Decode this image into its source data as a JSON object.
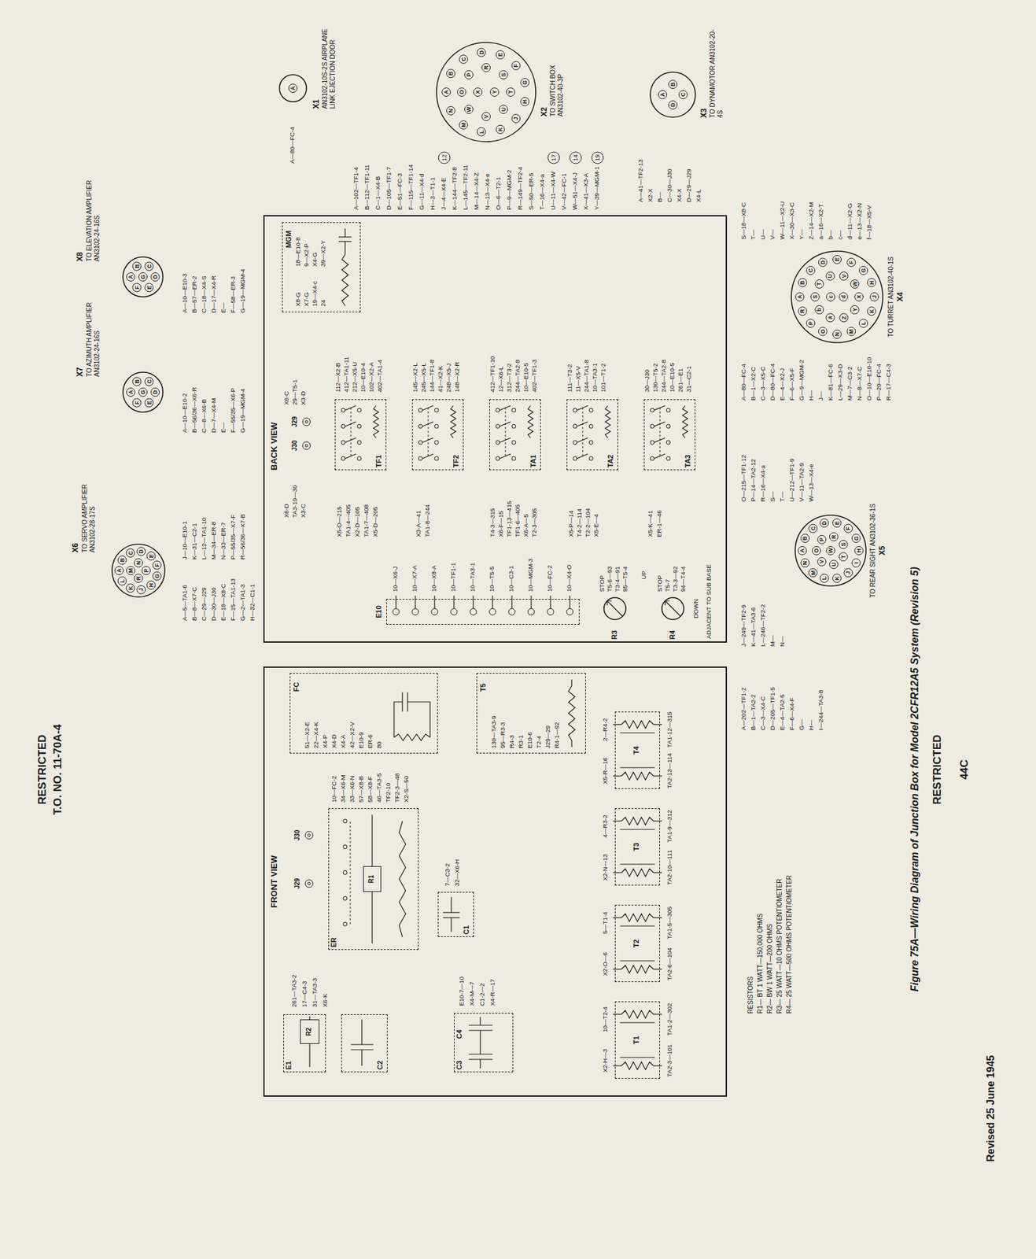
{
  "diagram": {
    "caption": "Figure 75A—Wiring Diagram of Junction Box for Model 2CFR12A5 System (Revision 5)",
    "nodes": [
      {
        "text": [
          "FRONT VIEW"
        ]
      },
      {
        "text": [
          "BACK VIEW"
        ]
      },
      {
        "text": [
          "E1"
        ],
        "in": 0
      },
      {
        "text": [
          "R2"
        ],
        "in": 2
      },
      {
        "text": [
          "C2"
        ],
        "in": 0
      },
      {
        "text": [
          "C1"
        ],
        "in": 0
      },
      {
        "text": [
          "C3",
          "C4"
        ],
        "in": 0
      },
      {
        "text": [
          "ER"
        ],
        "in": 0
      },
      {
        "text": [
          "R1"
        ],
        "in": 7
      },
      {
        "text": [
          "FC"
        ],
        "in": 0
      },
      {
        "text": [
          "T1"
        ],
        "in": 0
      },
      {
        "text": [
          "T2"
        ],
        "in": 0
      },
      {
        "text": [
          "T3"
        ],
        "in": 0
      },
      {
        "text": [
          "T4"
        ],
        "in": 0
      },
      {
        "text": [
          "T5"
        ],
        "in": 0
      },
      {
        "text": [
          "TF1"
        ],
        "in": 1
      },
      {
        "text": [
          "TF2"
        ],
        "in": 1
      },
      {
        "text": [
          "TA1"
        ],
        "in": 1
      },
      {
        "text": [
          "TA2"
        ],
        "in": 1
      },
      {
        "text": [
          "TA3"
        ],
        "in": 1
      },
      {
        "text": [
          "MGM"
        ],
        "in": 1
      },
      {
        "text": [
          "E10"
        ],
        "in": 1
      },
      {
        "text": [
          "R3"
        ],
        "in": 1
      },
      {
        "text": [
          "R4"
        ],
        "in": 1
      },
      {
        "text": [
          "X6",
          "TO SERVO AMPLIFIER AN3102-28-17S"
        ]
      },
      {
        "text": [
          "X7",
          "TO AZIMUTH AMPLIFIER AN3102-24-16S"
        ]
      },
      {
        "text": [
          "X8",
          "TO ELEVATION AMPLIFIER AN3102-24-16S"
        ]
      },
      {
        "text": [
          "X1",
          "AN3102-10S-2S AIRPLANE LINK EJECTION DOOR"
        ]
      },
      {
        "text": [
          "X2",
          "TO SWITCH BOX AN3102-40-3P"
        ]
      },
      {
        "text": [
          "X3",
          "TO DYNAMOTOR AN3102-20-4S"
        ]
      },
      {
        "text": [
          "TO TURRET AN3102-40-1S",
          "X4"
        ]
      },
      {
        "text": [
          "TO REAR SIGHT AN3102-36-1S",
          "X5"
        ]
      }
    ],
    "labels": [
      "RESTRICTED",
      "T.O. NO. 11-70A-4",
      "RESTRICTED",
      "44C",
      "Revised 25 June 1945",
      "A",
      "B",
      "C",
      "D",
      "E",
      "F",
      "G",
      "H",
      "J",
      "K",
      "L",
      "M",
      "N",
      "P",
      "R",
      "A—5—TA1-6",
      "B—8—X7-C",
      "C—29—J29",
      "D—30—J30",
      "E—18—X8-C",
      "F—15—TA1-13",
      "G—2—TA1-3",
      "H—32—C1-1",
      "J—10—E10-1",
      "K—31—C2-1",
      "L—12—TA1-10",
      "M—34—ER-8",
      "N—33—ER-7",
      "P—55/35—X7-F",
      "R—56/36—X7-B",
      "A",
      "B",
      "C",
      "D",
      "E",
      "F",
      "G",
      "A—10—E10-2",
      "B—56/36—X6-R",
      "C—8—X6-B",
      "D—7—X4-M",
      "E—",
      "F—55/35—X6-P",
      "G—19—MGM-4",
      "A",
      "B",
      "C",
      "D",
      "E",
      "F",
      "G",
      "A—10—E10-3",
      "B—57—ER-2",
      "C—18—X4-S",
      "D—17—X4-R",
      "E—",
      "F—58—ER-3",
      "G—19—MGM-4",
      "A",
      "A—80—FC-4",
      "A",
      "B",
      "C",
      "D",
      "E",
      "F",
      "G",
      "H",
      "J",
      "K",
      "L",
      "M",
      "N",
      "O",
      "P",
      "R",
      "S",
      "T",
      "U",
      "V",
      "W",
      "X",
      "Y",
      "A—102—TF1-4",
      "B—112—TF1-11",
      "C—1—X4-B",
      "D—105—TF1-7",
      "E—51—FC-3",
      "F—115—TF1-14",
      "G—11—X4-d",
      "H—3—T1-1",
      "J—4—X4-E",
      "K—144—TF2-8",
      "L—145—TF2-11",
      "M—14—X4-Z",
      "N—13—X4-e",
      "O—6—T2-1",
      "P—9—MGM-2",
      "R—149—TF2-4",
      "S—50—ER-5",
      "T—16—X4-a",
      "U—11—X4-W",
      "V—42—FC-1",
      "W—51—X4-J",
      "X—41—X3-A",
      "Y—39—MGM-1",
      "12",
      "17",
      "14",
      "19",
      "A",
      "B",
      "C",
      "D",
      "A—41—TF2-13",
      "X2-X",
      "B—",
      "C—30—J30",
      "X4-X",
      "D—29—J29",
      "X4-L",
      "A",
      "B",
      "C",
      "D",
      "E",
      "F",
      "G",
      "H",
      "J",
      "K",
      "L",
      "M",
      "N",
      "O",
      "P",
      "R",
      "S",
      "T",
      "U",
      "V",
      "W",
      "X",
      "Y",
      "Z",
      "a",
      "b",
      "c",
      "d",
      "A—80—FC-4",
      "B—1—X2-C",
      "C—3—X5-C",
      "D—80—FC-4",
      "E—4—X2-J",
      "F—6—X5-F",
      "G—9—MGM-2",
      "H—",
      "J—",
      "K—81—FC-6",
      "L—29—X3-D",
      "M—7—C3-2",
      "N—8—X7-C",
      "O—10—E10-10",
      "P—20—FC-4",
      "R—17—C4-3",
      "S—18—X8-C",
      "T—",
      "U—",
      "V—",
      "W—11—X2-U",
      "X—30—X3-C",
      "Y—",
      "Z—14—X2-M",
      "a—16—X2-T",
      "b—",
      "c—",
      "d—11—X2-G",
      "e—13—X2-N",
      "f—18—X5-V",
      "A",
      "B",
      "C",
      "D",
      "E",
      "F",
      "G",
      "H",
      "I",
      "J",
      "K",
      "L",
      "M",
      "N",
      "O",
      "P",
      "R",
      "S",
      "T",
      "U",
      "V",
      "W",
      "A—202—TF1-2",
      "B—1—TA2-2",
      "C—3—X4-C",
      "D—205—TF1-5",
      "E—4—TA2-5",
      "F—6—X4-F",
      "G—",
      "H—",
      "I—244—TA3-8",
      "J—249—TF2-9",
      "K—41—TA3-6",
      "L—246—TF2-2",
      "M—",
      "N—",
      "O—215—TF1-12",
      "P—14—TA2-12",
      "R—16—X4-a",
      "S—",
      "T—",
      "U—212—TF1-9",
      "V—11—TA2-9",
      "W—13—X4-e",
      "RESISTORS",
      "R1— BT 1 WATT—150,000 OHMS",
      "R2— BW 1 WATT—200 OHMS",
      "R3— 25 WATT—10 OHMS POTENTIOMETER",
      "R4— 25 WATT—500 OHMS POTENTIOMETER",
      "J29",
      "J30",
      "261—TA3-2",
      "17—C4-3",
      "31—TA3-3",
      "X6-K",
      "7—C3-2",
      "32—X6-H",
      "E10-7—10",
      "X4-M—7",
      "C1-2—2",
      "X4-R—17",
      "10—FC-2",
      "34—X6-M",
      "33—X6-N",
      "57—X8-B",
      "58—X8-F",
      "46—TA3-5",
      "TF2-10",
      "TF2-3—48",
      "X2-S—50",
      "51—X2-E",
      "22—X4-K",
      "X4-P",
      "X4-D",
      "X4-A",
      "42—X2-V",
      "E10-9",
      "ER-6",
      "80",
      "130—TA3-9",
      "95—R3-3",
      "R4-3",
      "R3-1",
      "E10-6",
      "T2-4",
      "J29—29",
      "R4-1—92",
      "X2-H—3",
      "10—T2-4",
      "TA2-3—101",
      "TA1-2—302",
      "X2-O—6",
      "5—T1-4",
      "TA2-6—104",
      "TA1-5—305",
      "X2-N—13",
      "4—R3-2",
      "TA2-10—111",
      "TA1-9—312",
      "X5-R—16",
      "2—R4-2",
      "TA2-13—114",
      "TA1-12—315",
      "J30",
      "J29",
      "X6-D",
      "TA3-10—30",
      "X3-C",
      "X6-C",
      "29—T5-1",
      "X3-D",
      "112—X2-B",
      "412—TA1-11",
      "212—X5-U",
      "10—E10-4",
      "102—X2-A",
      "402—TA1-4",
      "X5-O—215",
      "TA1-4—405",
      "X2-D—105",
      "TA1-7—408",
      "X5-D—205",
      "145—X2-L",
      "245—X5-L",
      "144—TF1-8",
      "41—X2-K",
      "248—X5-J",
      "148—X2-R",
      "X3-A—41",
      "TA1-8—244",
      "412—TF1-10",
      "12—X6-L",
      "312—T3-2",
      "244—TA2-8",
      "10—E10-5",
      "402—TF1-3",
      "T4-3—315",
      "X6-F—15",
      "TF1-13—415",
      "TF1-6—405",
      "X6-A—5",
      "T2-3—305",
      "111—T3-2",
      "11—X5-V",
      "244—TA1-8",
      "10—TA3-1",
      "101—T1-2",
      "X5-P—14",
      "T4-2—114",
      "T2-2—104",
      "X5-E—4",
      "30—J30",
      "130—T5-2",
      "244—TA2-8",
      "10—E10-5",
      "261—E1",
      "31—C2-1",
      "X5-K—41",
      "ER-1—46",
      "X8-G",
      "X7-G",
      "19—X4-c",
      "24",
      "18—E10-8",
      "9—X2-P",
      "X4-G",
      "39—X2-Y",
      "10—X6-J",
      "10—X7-A",
      "10—X8-A",
      "10—TF1-1",
      "10—TA3-1",
      "10—T5-5",
      "10—C3-1",
      "10—MGM-3",
      "10—FC-2",
      "10—X4-O",
      "STOP",
      "T5-6—93",
      "T3-4—91",
      "95—T5-4",
      "STOP",
      "T5-7",
      "T3-3—92",
      "94—T4-4",
      "UP",
      "DOWN",
      "ADJACENT TO SUB BASE"
    ]
  }
}
